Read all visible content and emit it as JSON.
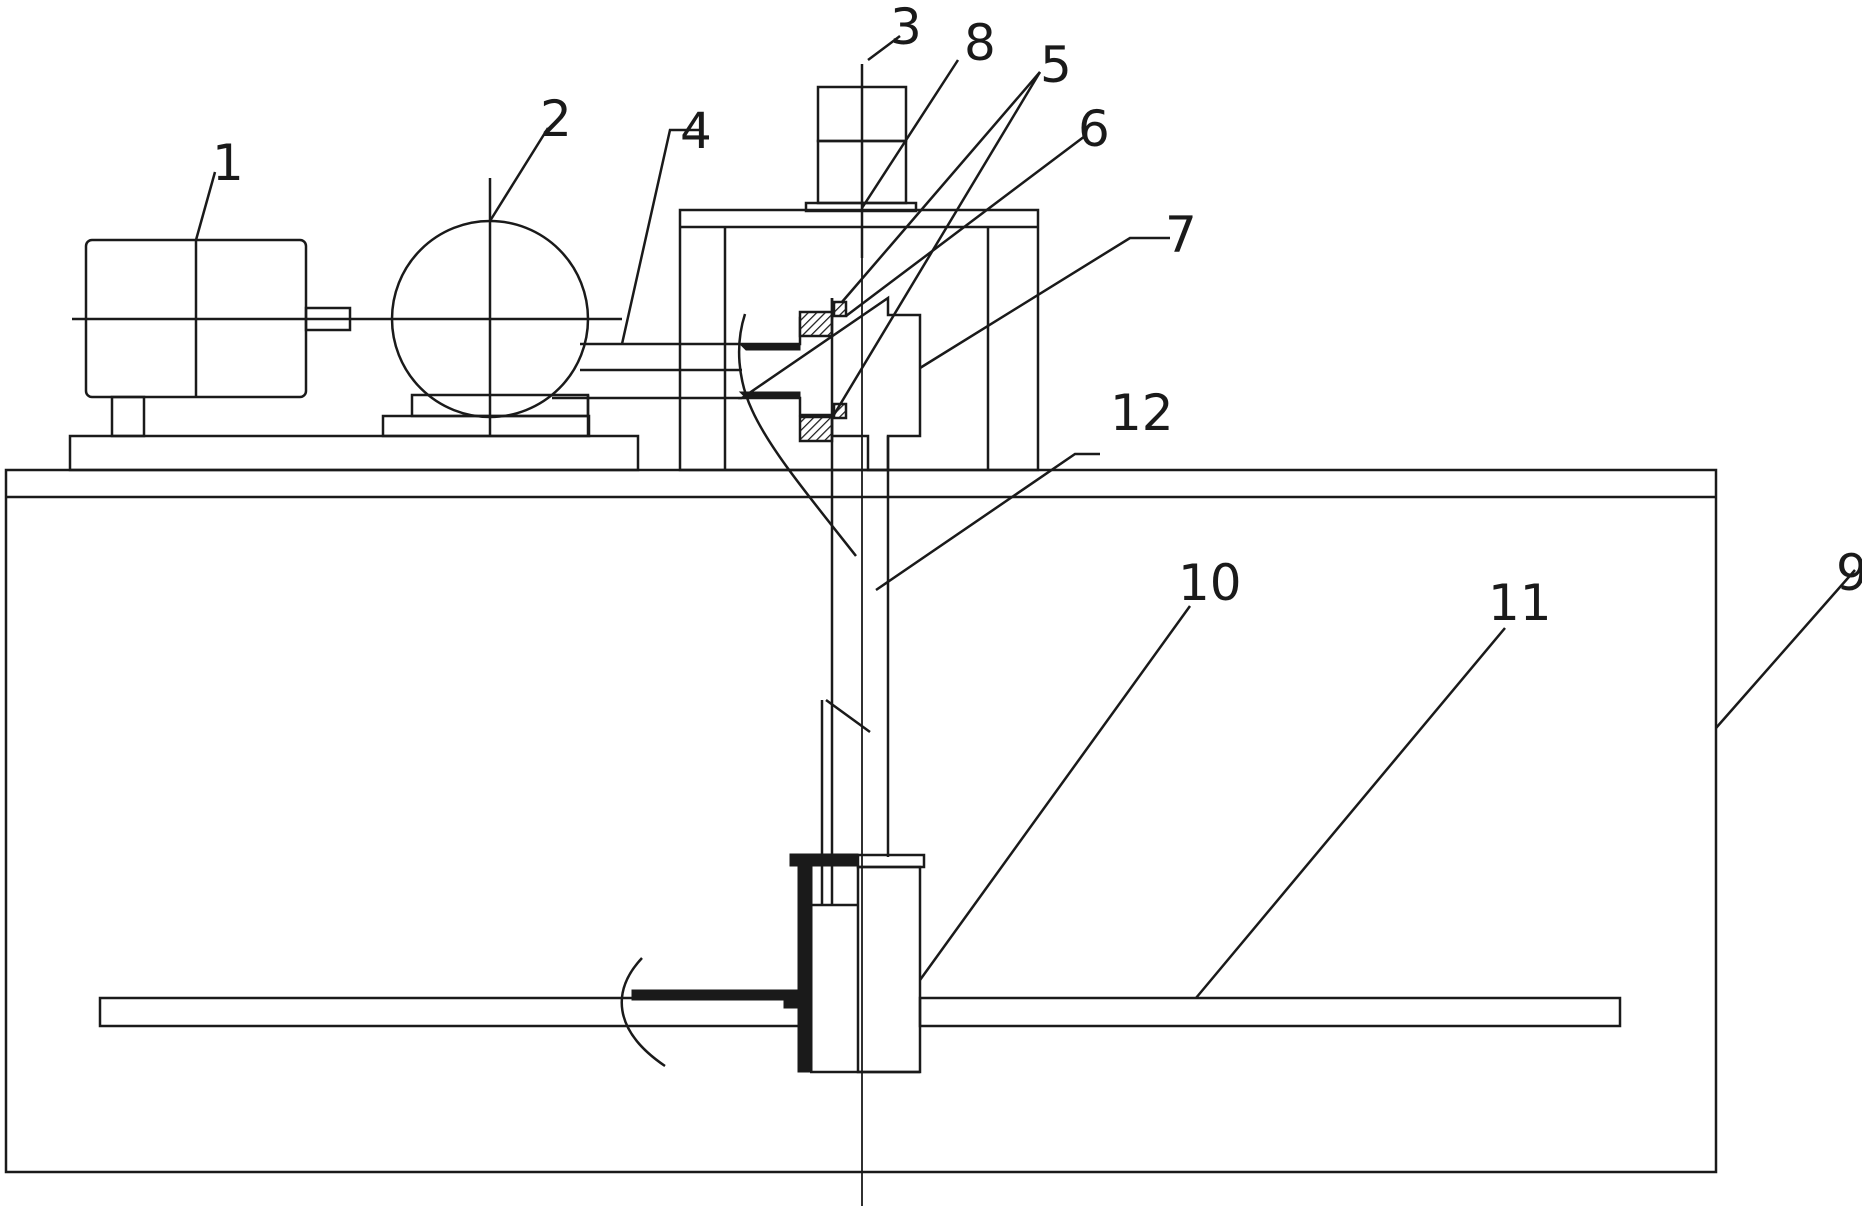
{
  "diagram": {
    "part_labels": {
      "p1": "1",
      "p2": "2",
      "p3": "3",
      "p4": "4",
      "p5": "5",
      "p6": "6",
      "p7": "7",
      "p8": "8",
      "p9": "9",
      "p10": "10",
      "p11": "11",
      "p12": "12"
    }
  }
}
